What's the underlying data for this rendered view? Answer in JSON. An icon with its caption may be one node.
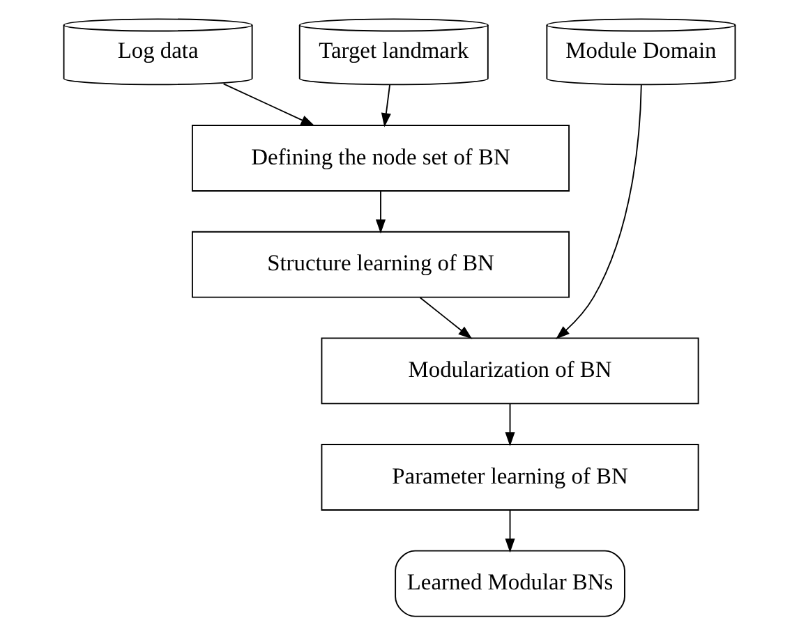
{
  "diagram": {
    "nodes": [
      {
        "text": [
          "Log data"
        ]
      },
      {
        "text": [
          "Target landmark"
        ]
      },
      {
        "text": [
          "Module Domain"
        ]
      },
      {
        "text": [
          "Defining the node set of BN"
        ]
      },
      {
        "text": [
          "Structure learning of BN"
        ]
      },
      {
        "text": [
          "Modularization of BN"
        ]
      },
      {
        "text": [
          "Parameter learning of BN"
        ]
      },
      {
        "text": [
          "Learned Modular BNs"
        ]
      }
    ],
    "edges": [
      {
        "from": 0,
        "to": 3,
        "arrow": "to"
      },
      {
        "from": 1,
        "to": 3,
        "arrow": "to"
      },
      {
        "from": 3,
        "to": 4,
        "arrow": "to"
      },
      {
        "from": 4,
        "to": 5,
        "arrow": "to"
      },
      {
        "from": 2,
        "to": 5,
        "arrow": "to"
      },
      {
        "from": 5,
        "to": 6,
        "arrow": "to"
      },
      {
        "from": 6,
        "to": 7,
        "arrow": "to"
      }
    ]
  }
}
